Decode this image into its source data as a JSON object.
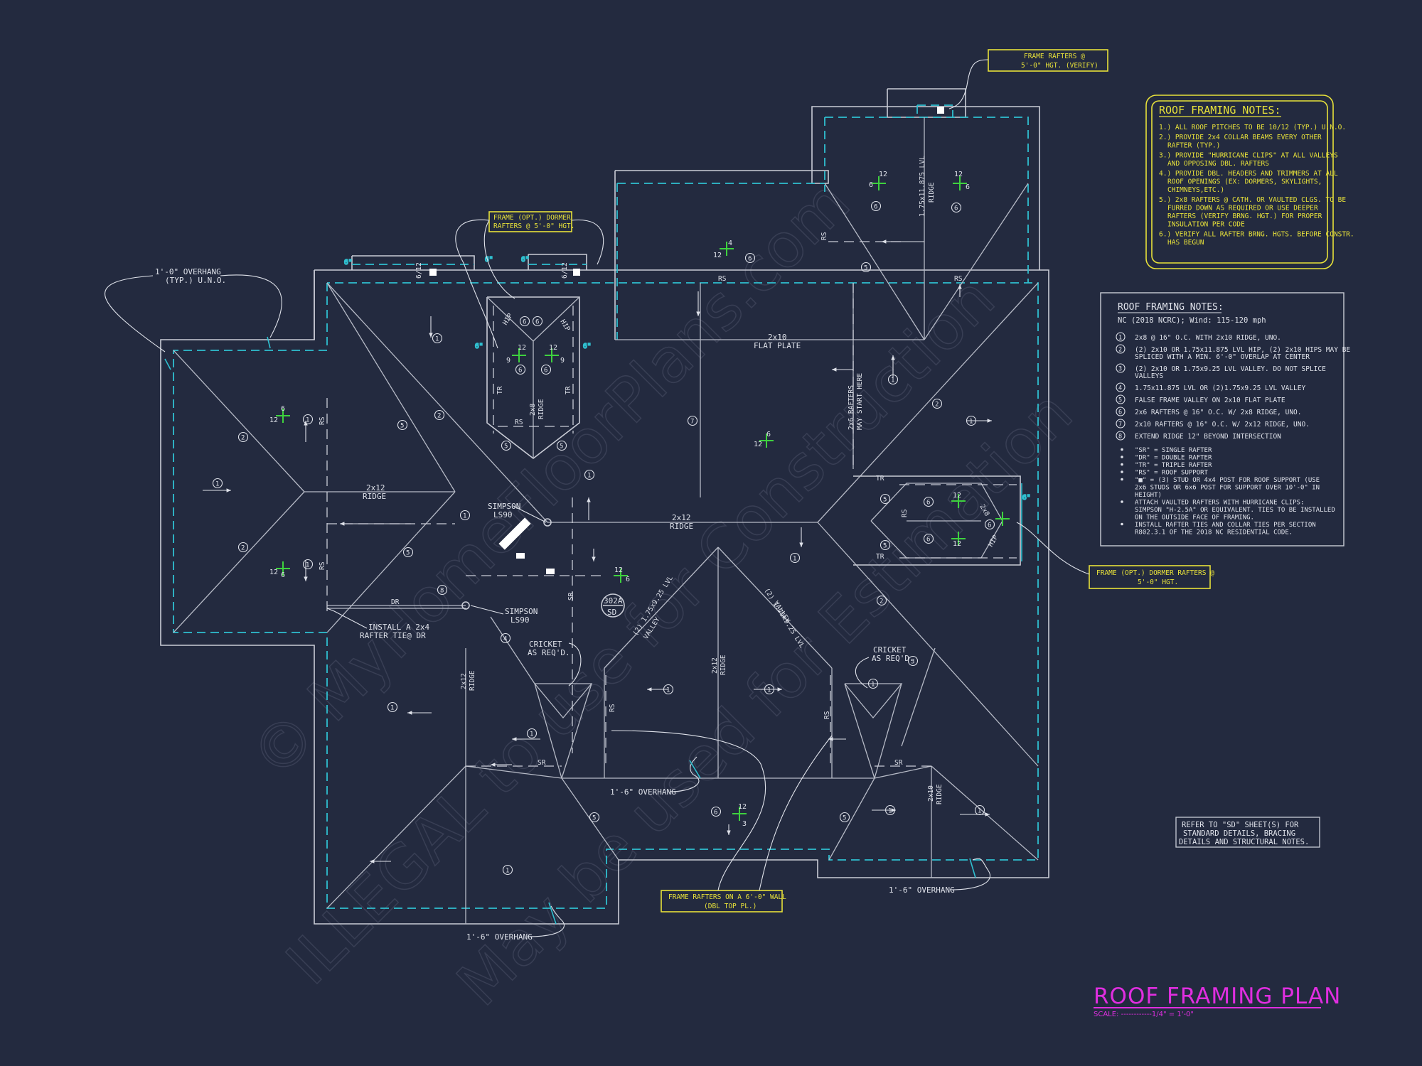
{
  "title": "ROOF FRAMING PLAN",
  "scale": "SCALE: ------------1/4\" = 1'-0\"",
  "watermark": {
    "line1": "© MyHomeFloorPlans.com",
    "line2": "ILLEGAL to use for Construction",
    "line3": "May be used for Estimation"
  },
  "notes_general": {
    "heading": "ROOF FRAMING NOTES:",
    "items": [
      "1.) ALL ROOF PITCHES TO BE 10/12 (TYP.) U.N.O.",
      "2.) PROVIDE 2x4 COLLAR BEAMS EVERY OTHER",
      "    RAFTER (TYP.)",
      "3.) PROVIDE \"HURRICANE CLIPS\" AT ALL VALLEYS",
      "    AND OPPOSING DBL. RAFTERS",
      "4.) PROVIDE DBL. HEADERS AND TRIMMERS AT ALL",
      "    ROOF OPENINGS (EX: DORMERS, SKYLIGHTS,",
      "    CHIMNEYS,ETC.)",
      "5.) 2x8 RAFTERS @ CATH. OR VAULTED CLGS. TO BE",
      "    FURRED DOWN AS REQUIRED OR USE DEEPER",
      "    RAFTERS (VERIFY BRNG. HGT.) FOR PROPER",
      "    INSULATION PER CODE",
      "6.) VERIFY ALL RAFTER BRNG. HGTS. BEFORE CONSTR.",
      "    HAS BEGUN"
    ]
  },
  "notes_keyed": {
    "heading": "ROOF FRAMING NOTES:",
    "subheading": "NC (2018 NCRC); Wind: 115-120 mph",
    "items": [
      {
        "num": "1",
        "text": "2x8 @ 16\" O.C. WITH 2x10 RIDGE, UNO."
      },
      {
        "num": "2",
        "text": "(2) 2x10 OR 1.75x11.875 LVL HIP, (2) 2x10 HIPS MAY BE",
        "text2": "SPLICED WITH A MIN. 6'-0\" OVERLAP AT CENTER"
      },
      {
        "num": "3",
        "text": "(2) 2x10 OR 1.75x9.25 LVL VALLEY. DO NOT SPLICE",
        "text2": "VALLEYS"
      },
      {
        "num": "4",
        "text": "1.75x11.875 LVL OR (2)1.75x9.25 LVL VALLEY"
      },
      {
        "num": "5",
        "text": "FALSE FRAME VALLEY ON 2x10 FLAT PLATE"
      },
      {
        "num": "6",
        "text": "2x6 RAFTERS @ 16\" O.C. W/ 2x8 RIDGE, UNO."
      },
      {
        "num": "7",
        "text": "2x10 RAFTERS @ 16\" O.C. W/ 2x12 RIDGE, UNO."
      },
      {
        "num": "8",
        "text": "EXTEND RIDGE 12\" BEYOND INTERSECTION"
      }
    ],
    "bullets": [
      "\"SR\" = SINGLE RAFTER",
      "\"DR\" = DOUBLE RAFTER",
      "\"TR\" = TRIPLE RAFTER",
      "\"RS\" = ROOF SUPPORT",
      "\"■\" = (3) STUD OR 4x4 POST FOR ROOF SUPPORT (USE",
      "2x6 STUDS OR 6x6 POST FOR SUPPORT OVER 10'-0\" IN",
      "HEIGHT)",
      "ATTACH VAULTED RAFTERS WITH HURRICANE CLIPS:",
      "SIMPSON \"H-2.5A\" OR EQUIVALENT. TIES TO BE INSTALLED",
      "ON THE OUTSIDE FACE OF FRAMING.",
      "INSTALL RAFTER TIES AND COLLAR TIES PER SECTION",
      "R802.3.1 OF THE 2018 NC RESIDENTIAL CODE."
    ]
  },
  "refer_note": [
    "REFER TO \"SD\" SHEET(S) FOR",
    "STANDARD DETAILS, BRACING",
    "DETAILS AND STRUCTURAL NOTES."
  ],
  "callouts": {
    "top_rafters": [
      "FRAME RAFTERS @",
      "5'-0\" HGT. (VERIFY)"
    ],
    "dormer_left": [
      "FRAME (OPT.) DORMER",
      "RAFTERS @ 5'-0\" HGT."
    ],
    "dormer_right": [
      "FRAME (OPT.) DORMER RAFTERS @",
      "5'-0\" HGT."
    ],
    "bottom_wall": [
      "FRAME RAFTERS ON A 6'-0\" WALL",
      "(DBL TOP PL.)"
    ],
    "overhang_typ": [
      "1'-0\" OVERHANG",
      "(TYP.) U.N.O."
    ],
    "overhang_1": "1'-6\" OVERHANG",
    "overhang_2": "1'-6\" OVERHANG",
    "overhang_3": "1'-6\" OVERHANG",
    "install_tie": [
      "INSTALL A 2x4",
      "RAFTER TIE@ DR"
    ],
    "simpson_1": [
      "SIMPSON",
      "LS90"
    ],
    "simpson_2": [
      "SIMPSON",
      "LS90"
    ],
    "cricket_1": [
      "CRICKET",
      "AS REQ'D."
    ],
    "cricket_2": [
      "CRICKET",
      "AS REQ'D."
    ],
    "rafters_may_start": [
      "2x6 RAFTERS",
      "MAY START HERE"
    ],
    "detail_tag": [
      "302A",
      "SD"
    ]
  },
  "member_labels": {
    "ridge_2x12_left": [
      "2x12",
      "RIDGE"
    ],
    "ridge_2x12_center": [
      "2x12",
      "RIDGE"
    ],
    "flat_plate": [
      "2x10",
      "FLAT PLATE"
    ],
    "ridge_2x8_dormer": [
      "2x8",
      "RIDGE"
    ],
    "ridge_lvl_top": [
      "1.75x11.875 LVL",
      "RIDGE"
    ],
    "ridge_2x12_lower_left": [
      "2x12",
      "RIDGE"
    ],
    "ridge_2x12_lower_center": [
      "2x12",
      "RIDGE"
    ],
    "ridge_2x10_lower_right": [
      "2x10",
      "RIDGE"
    ],
    "valley_left": [
      "(2) 1.75x9.25 LVL",
      "VALLEY"
    ],
    "valley_right": [
      "(2) 1.75x9.25 LVL",
      "VALLEY"
    ],
    "ridge_2x8_right_dormer": [
      "2x8",
      "HIP"
    ],
    "rs": "RS",
    "sr": "SR",
    "dr": "DR",
    "tr": "TR",
    "hip": "HIP"
  },
  "pitches": {
    "p12": "12",
    "p6": "6",
    "p4": "4",
    "p3": "3",
    "p9": "9",
    "p612": "6/12",
    "p6in": "6\""
  },
  "colors": {
    "background": "#232a3f",
    "linework": "#c9ccd6",
    "overhang_dash": "#2fc0d0",
    "callout": "#e8e23a",
    "pitch": "#3ed23e",
    "title": "#e02ee0"
  }
}
